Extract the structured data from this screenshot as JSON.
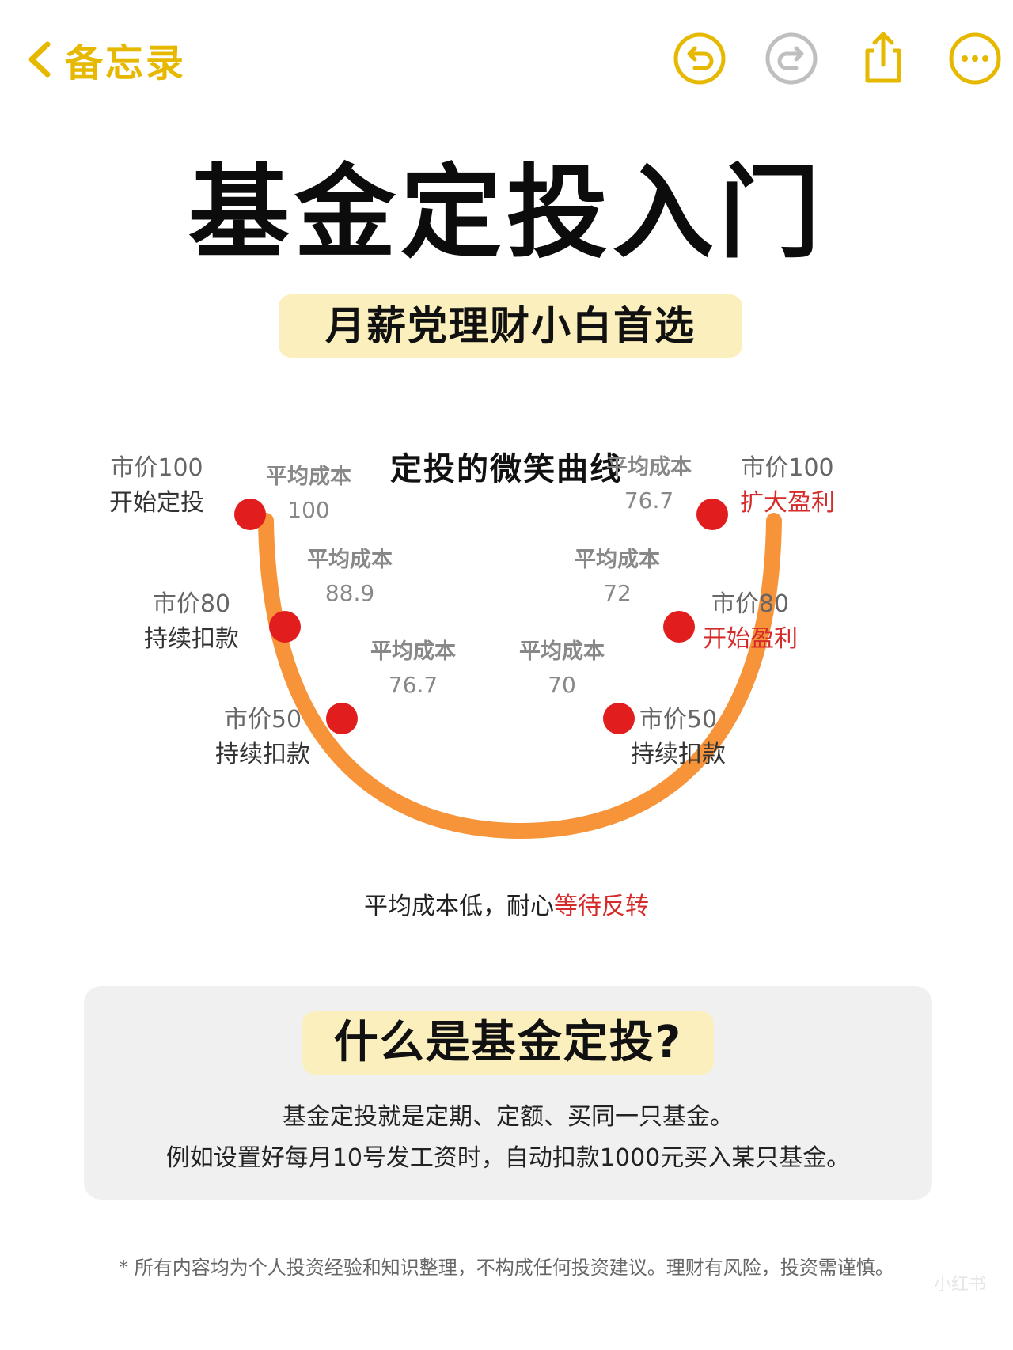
{
  "topbar": {
    "back_label": "备忘录",
    "icons": [
      "undo-icon",
      "redo-icon",
      "share-icon",
      "more-icon"
    ],
    "accent": "#e6b800",
    "disabled_color": "#bfbfbf"
  },
  "title": "基金定投入门",
  "subtitle": "月薪党理财小白首选",
  "chart_data": {
    "type": "line",
    "title": "定投的微笑曲线",
    "x": [
      1,
      2,
      3,
      4,
      5,
      6
    ],
    "series": [],
    "points": [
      {
        "price": "市价100",
        "action": "开始定投",
        "cost_label": "平均成本",
        "cost": "100",
        "action_color": "#333333"
      },
      {
        "price": "市价80",
        "action": "持续扣款",
        "cost_label": "平均成本",
        "cost": "88.9",
        "action_color": "#333333"
      },
      {
        "price": "市价50",
        "action": "持续扣款",
        "cost_label": "平均成本",
        "cost": "76.7",
        "action_color": "#333333"
      },
      {
        "price": "市价50",
        "action": "持续扣款",
        "cost_label": "平均成本",
        "cost": "70",
        "action_color": "#333333"
      },
      {
        "price": "市价80",
        "action": "开始盈利",
        "cost_label": "平均成本",
        "cost": "72",
        "action_color": "#d62b2b"
      },
      {
        "price": "市价100",
        "action": "扩大盈利",
        "cost_label": "平均成本",
        "cost": "76.7",
        "action_color": "#d62b2b"
      }
    ],
    "market_price": [
      100,
      80,
      50,
      50,
      80,
      100
    ],
    "average_cost": [
      100,
      88.9,
      76.7,
      70,
      72,
      76.7
    ],
    "caption_black": "平均成本低，耐心",
    "caption_red": "等待反转",
    "curve_color": "#f7943a",
    "dot_color": "#e11d1d"
  },
  "card": {
    "heading": "什么是基金定投?",
    "line1": "基金定投就是定期、定额、买同一只基金。",
    "line2": "例如设置好每月10号发工资时，自动扣款1000元买入某只基金。"
  },
  "disclaimer": "* 所有内容均为个人投资经验和知识整理，不构成任何投资建议。理财有风险，投资需谨慎。",
  "watermark": "小红书"
}
